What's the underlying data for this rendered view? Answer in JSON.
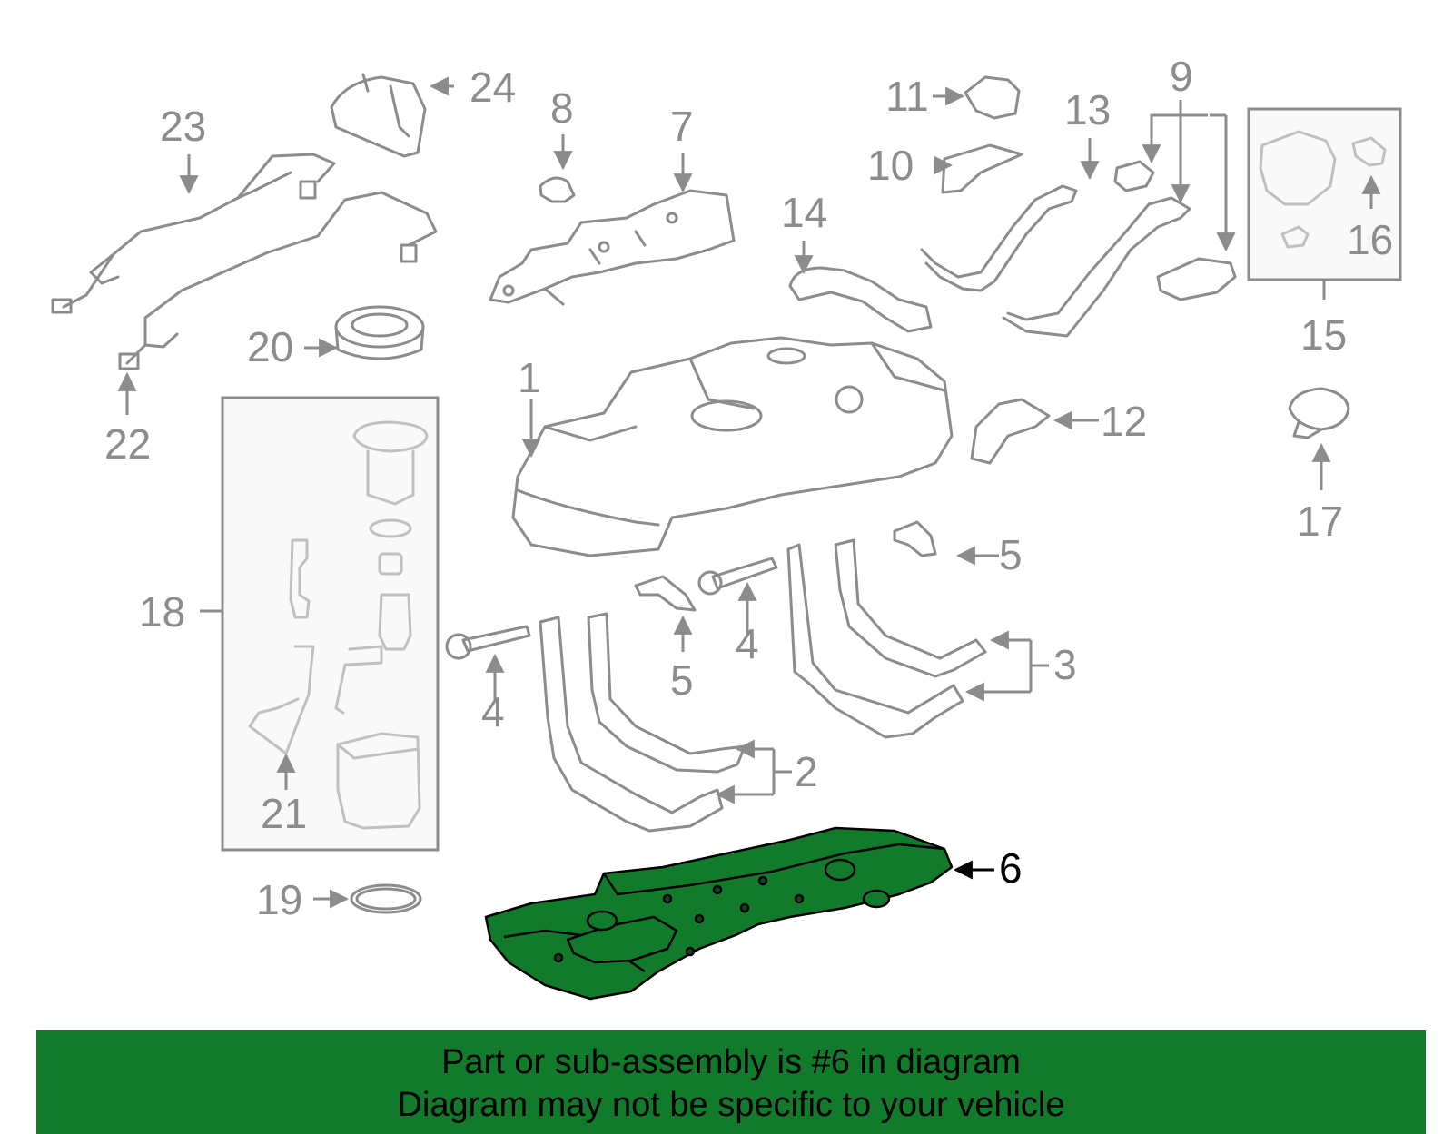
{
  "callouts": {
    "c1": "1",
    "c2": "2",
    "c3": "3",
    "c4a": "4",
    "c4b": "4",
    "c5a": "5",
    "c5b": "5",
    "c6": "6",
    "c7": "7",
    "c8": "8",
    "c9": "9",
    "c10": "10",
    "c11": "11",
    "c12": "12",
    "c13": "13",
    "c14": "14",
    "c15": "15",
    "c16": "16",
    "c17": "17",
    "c18": "18",
    "c19": "19",
    "c20": "20",
    "c21": "21",
    "c22": "22",
    "c23": "23",
    "c24": "24"
  },
  "highlight_part": "6",
  "colors": {
    "line": "#8c8c8c",
    "highlight": "#117a2b",
    "box_fill": "#f4f4f4",
    "banner": "#117a2b"
  },
  "banner": {
    "line1": "Part or sub-assembly is #6 in diagram",
    "line2": "Diagram may not be specific to your vehicle"
  }
}
